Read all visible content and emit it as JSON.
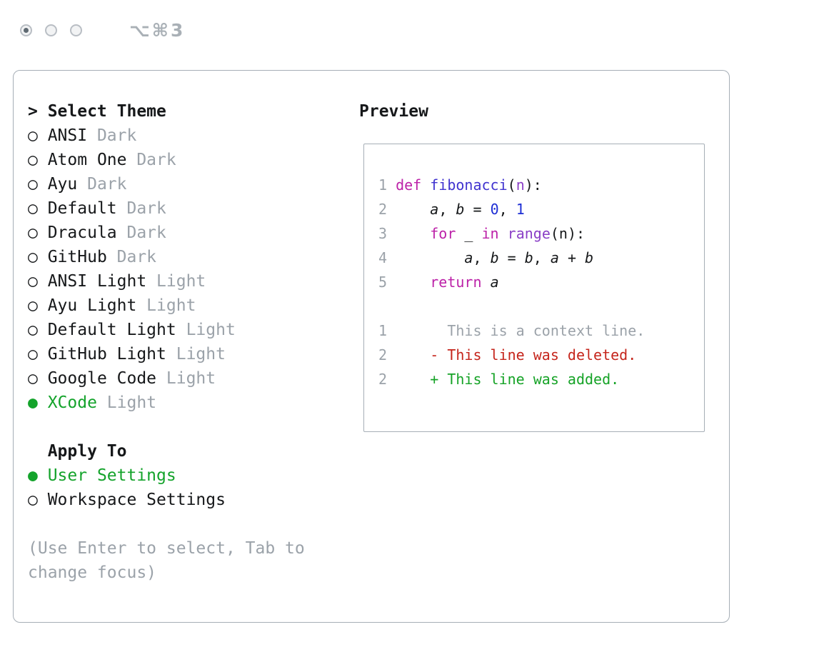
{
  "window": {
    "controls": [
      {
        "state": "selected"
      },
      {
        "state": "normal"
      },
      {
        "state": "normal"
      }
    ],
    "shortcut": "⌥⌘3"
  },
  "panel": {
    "title": "> Select Theme",
    "themes": [
      {
        "name": "ANSI",
        "variant": "Dark",
        "selected": false
      },
      {
        "name": "Atom One",
        "variant": "Dark",
        "selected": false
      },
      {
        "name": "Ayu",
        "variant": "Dark",
        "selected": false
      },
      {
        "name": "Default",
        "variant": "Dark",
        "selected": false
      },
      {
        "name": "Dracula",
        "variant": "Dark",
        "selected": false
      },
      {
        "name": "GitHub",
        "variant": "Dark",
        "selected": false
      },
      {
        "name": "ANSI Light",
        "variant": "Light",
        "selected": false
      },
      {
        "name": "Ayu Light",
        "variant": "Light",
        "selected": false
      },
      {
        "name": "Default Light",
        "variant": "Light",
        "selected": false
      },
      {
        "name": "GitHub Light",
        "variant": "Light",
        "selected": false
      },
      {
        "name": "Google Code",
        "variant": "Light",
        "selected": false
      },
      {
        "name": "XCode",
        "variant": "Light",
        "selected": true
      }
    ],
    "apply_to": {
      "title": "Apply To",
      "options": [
        {
          "label": "User Settings",
          "selected": true
        },
        {
          "label": "Workspace Settings",
          "selected": false
        }
      ]
    },
    "hint_lines": [
      "(Use Enter to select, Tab to",
      "change focus)"
    ]
  },
  "preview": {
    "title": "Preview",
    "lines": [
      {
        "num": "1",
        "tokens": [
          {
            "t": "def",
            "c": "kw"
          },
          {
            "t": " "
          },
          {
            "t": "fibonacci",
            "c": "fn"
          },
          {
            "t": "("
          },
          {
            "t": "n",
            "c": "pr"
          },
          {
            "t": "):"
          }
        ]
      },
      {
        "num": "2",
        "tokens": [
          {
            "t": "    "
          },
          {
            "t": "a",
            "c": "var"
          },
          {
            "t": ", "
          },
          {
            "t": "b",
            "c": "var"
          },
          {
            "t": " = "
          },
          {
            "t": "0",
            "c": "num"
          },
          {
            "t": ", "
          },
          {
            "t": "1",
            "c": "num"
          }
        ]
      },
      {
        "num": "3",
        "tokens": [
          {
            "t": "    "
          },
          {
            "t": "for",
            "c": "kw"
          },
          {
            "t": " _ "
          },
          {
            "t": "in",
            "c": "kw"
          },
          {
            "t": " "
          },
          {
            "t": "range",
            "c": "ty"
          },
          {
            "t": "(n):"
          }
        ]
      },
      {
        "num": "4",
        "tokens": [
          {
            "t": "        "
          },
          {
            "t": "a",
            "c": "var"
          },
          {
            "t": ", "
          },
          {
            "t": "b",
            "c": "var"
          },
          {
            "t": " = "
          },
          {
            "t": "b",
            "c": "var"
          },
          {
            "t": ", "
          },
          {
            "t": "a",
            "c": "var"
          },
          {
            "t": " + "
          },
          {
            "t": "b",
            "c": "var"
          }
        ]
      },
      {
        "num": "5",
        "tokens": [
          {
            "t": "    "
          },
          {
            "t": "return",
            "c": "kw"
          },
          {
            "t": " "
          },
          {
            "t": "a",
            "c": "var"
          }
        ]
      },
      {
        "num": "",
        "tokens": []
      },
      {
        "num": "1",
        "tokens": [
          {
            "t": "      This is a context line.",
            "c": "ctx"
          }
        ]
      },
      {
        "num": "2",
        "tokens": [
          {
            "t": "    - This line was deleted.",
            "c": "del"
          }
        ]
      },
      {
        "num": "2",
        "tokens": [
          {
            "t": "    + This line was added.",
            "c": "add"
          }
        ]
      }
    ]
  },
  "colors": {
    "keyword": "#bc22a8",
    "function": "#4033cf",
    "number": "#1d2ed4",
    "type": "#8a3fc6",
    "param": "#8a3fc6",
    "muted": "#9ba2a9",
    "deleted": "#c5251c",
    "added": "#16a327",
    "selected_green": "#14a32b",
    "text": "#16181a"
  }
}
